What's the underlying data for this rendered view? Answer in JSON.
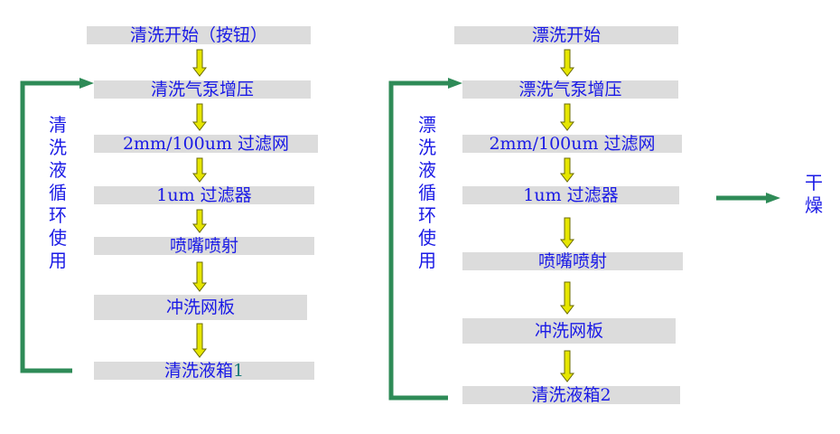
{
  "left_flow": {
    "steps": [
      "清洗开始（按钮）",
      "清洗气泵增压",
      "2mm/100um 过滤网",
      "1um 过滤器",
      "喷嘴喷射",
      "冲洗网板"
    ],
    "last_step_main": "清洗液箱",
    "last_step_suffix": "1",
    "loop_label": "清洗液循环使用"
  },
  "right_flow": {
    "steps": [
      "漂洗开始",
      "漂洗气泵增压",
      "2mm/100um 过滤网",
      "1um 过滤器",
      "喷嘴喷射",
      "冲洗网板",
      "清洗液箱2"
    ],
    "loop_label": "漂洗液循环使用"
  },
  "output_label": "干燥",
  "colors": {
    "box_fill": "#dcdcdc",
    "text": "#1a1ae6",
    "loop_line": "#2e8b57",
    "arrow_fill": "#e6e600",
    "arrow_stroke": "#6b6b00"
  }
}
